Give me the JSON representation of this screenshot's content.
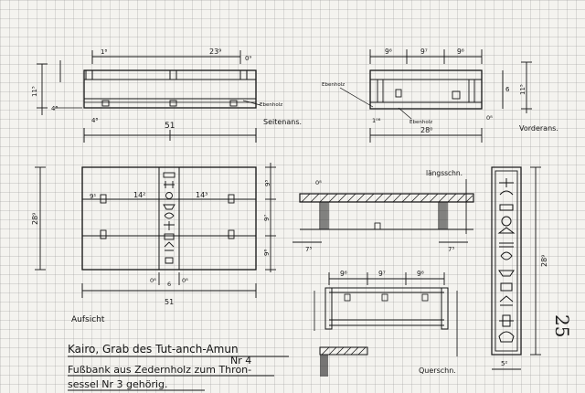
{
  "labels": {
    "seitenansicht": "Seitenans.",
    "vorderansicht": "Vorderans.",
    "aufsicht": "Aufsicht",
    "queransicht": "Querschn.",
    "laengsschnitt": "längsschn.",
    "ebenholz": "Ebenholz",
    "page_number": "25"
  },
  "caption": {
    "line1": "Kairo, Grab des Tut-anch-Amun",
    "line1_number": "Nr 4",
    "line2": "Fußbank aus Zedernholz zum Thron-",
    "line3": "sessel Nr 3 gehörig."
  },
  "dimensions": {
    "side_length": "51",
    "side_inner": "23⁹",
    "side_height": "11⁵",
    "side_foot_a": "4⁸",
    "side_foot_b": "4⁸",
    "side_small_a": "1⁸",
    "side_small_b": "0⁹",
    "front_top_a": "9⁶",
    "front_top_b": "9⁷",
    "front_top_c": "9⁶",
    "front_width": "28⁰",
    "front_height": "11⁵",
    "front_inner_h": "6",
    "front_foot_a": "1⁰⁸",
    "front_foot_b": "0⁸",
    "plan_length": "51",
    "plan_width": "28⁹",
    "plan_mid_a": "14²",
    "plan_mid_b": "14³",
    "plan_left": "9¹",
    "plan_right_a": "9⁵",
    "plan_right_b": "9⁷",
    "plan_right_c": "9⁶",
    "plan_bottom_a": "0⁸",
    "plan_bottom_b": "6",
    "plan_bottom_c": "0⁸",
    "long_a": "7⁵",
    "long_b": "7⁵",
    "long_top": "0⁸",
    "cross_a": "9⁶",
    "cross_b": "9⁷",
    "cross_c": "9⁶",
    "strip_height": "28⁹",
    "strip_width": "5²"
  }
}
